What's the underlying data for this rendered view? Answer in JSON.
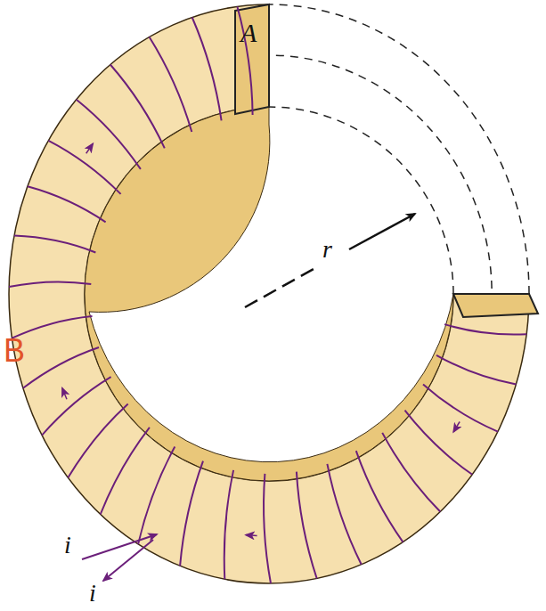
{
  "diagram": {
    "labels": [
      "A",
      "r",
      "i",
      "i",
      "B"
    ]
  }
}
